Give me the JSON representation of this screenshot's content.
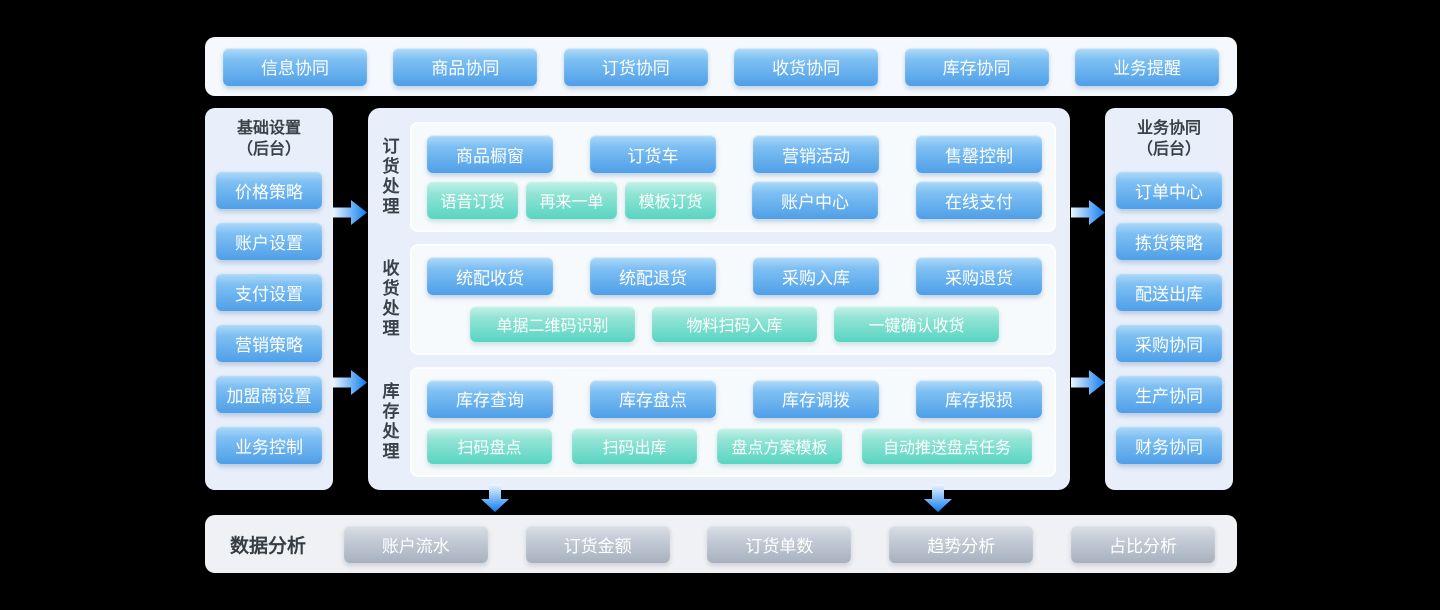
{
  "top_bar": {
    "items": [
      "信息协同",
      "商品协同",
      "订货协同",
      "收货协同",
      "库存协同",
      "业务提醒"
    ]
  },
  "left_panel": {
    "title": "基础设置",
    "subtitle": "（后台）",
    "items": [
      "价格策略",
      "账户设置",
      "支付设置",
      "营销策略",
      "加盟商设置",
      "业务控制"
    ]
  },
  "center": {
    "sections": [
      {
        "label": "订货处理",
        "row1": [
          "商品橱窗",
          "订货车",
          "营销活动",
          "售罄控制"
        ],
        "row2": [
          "语音订货",
          "再来一单",
          "模板订货",
          "账户中心",
          "在线支付"
        ]
      },
      {
        "label": "收货处理",
        "row1": [
          "统配收货",
          "统配退货",
          "采购入库",
          "采购退货"
        ],
        "row2": [
          "单据二维码识别",
          "物料扫码入库",
          "一键确认收货"
        ]
      },
      {
        "label": "库存处理",
        "row1": [
          "库存查询",
          "库存盘点",
          "库存调拨",
          "库存报损"
        ],
        "row2": [
          "扫码盘点",
          "扫码出库",
          "盘点方案模板",
          "自动推送盘点任务"
        ]
      }
    ]
  },
  "right_panel": {
    "title": "业务协同",
    "subtitle": "（后台）",
    "items": [
      "订单中心",
      "拣货策略",
      "配送出库",
      "采购协同",
      "生产协同",
      "财务协同"
    ]
  },
  "bottom_bar": {
    "label": "数据分析",
    "items": [
      "账户流水",
      "订货金额",
      "订货单数",
      "趋势分析",
      "占比分析"
    ]
  },
  "colors": {
    "blue_button_top": "#b3dbf9",
    "blue_button_bottom": "#4f9fe8",
    "teal_button_top": "#c9f2ea",
    "teal_button_bottom": "#58d5c2",
    "gray_button_top": "#dde1e7",
    "gray_button_bottom": "#a7b1bf",
    "arrow_blue": "#0d7cf2",
    "panel_bg": "#e9effa",
    "topbar_bg": "#f5f9fe",
    "bottombar_bg": "#eff1f4",
    "card_bg": "#f6fafd"
  }
}
